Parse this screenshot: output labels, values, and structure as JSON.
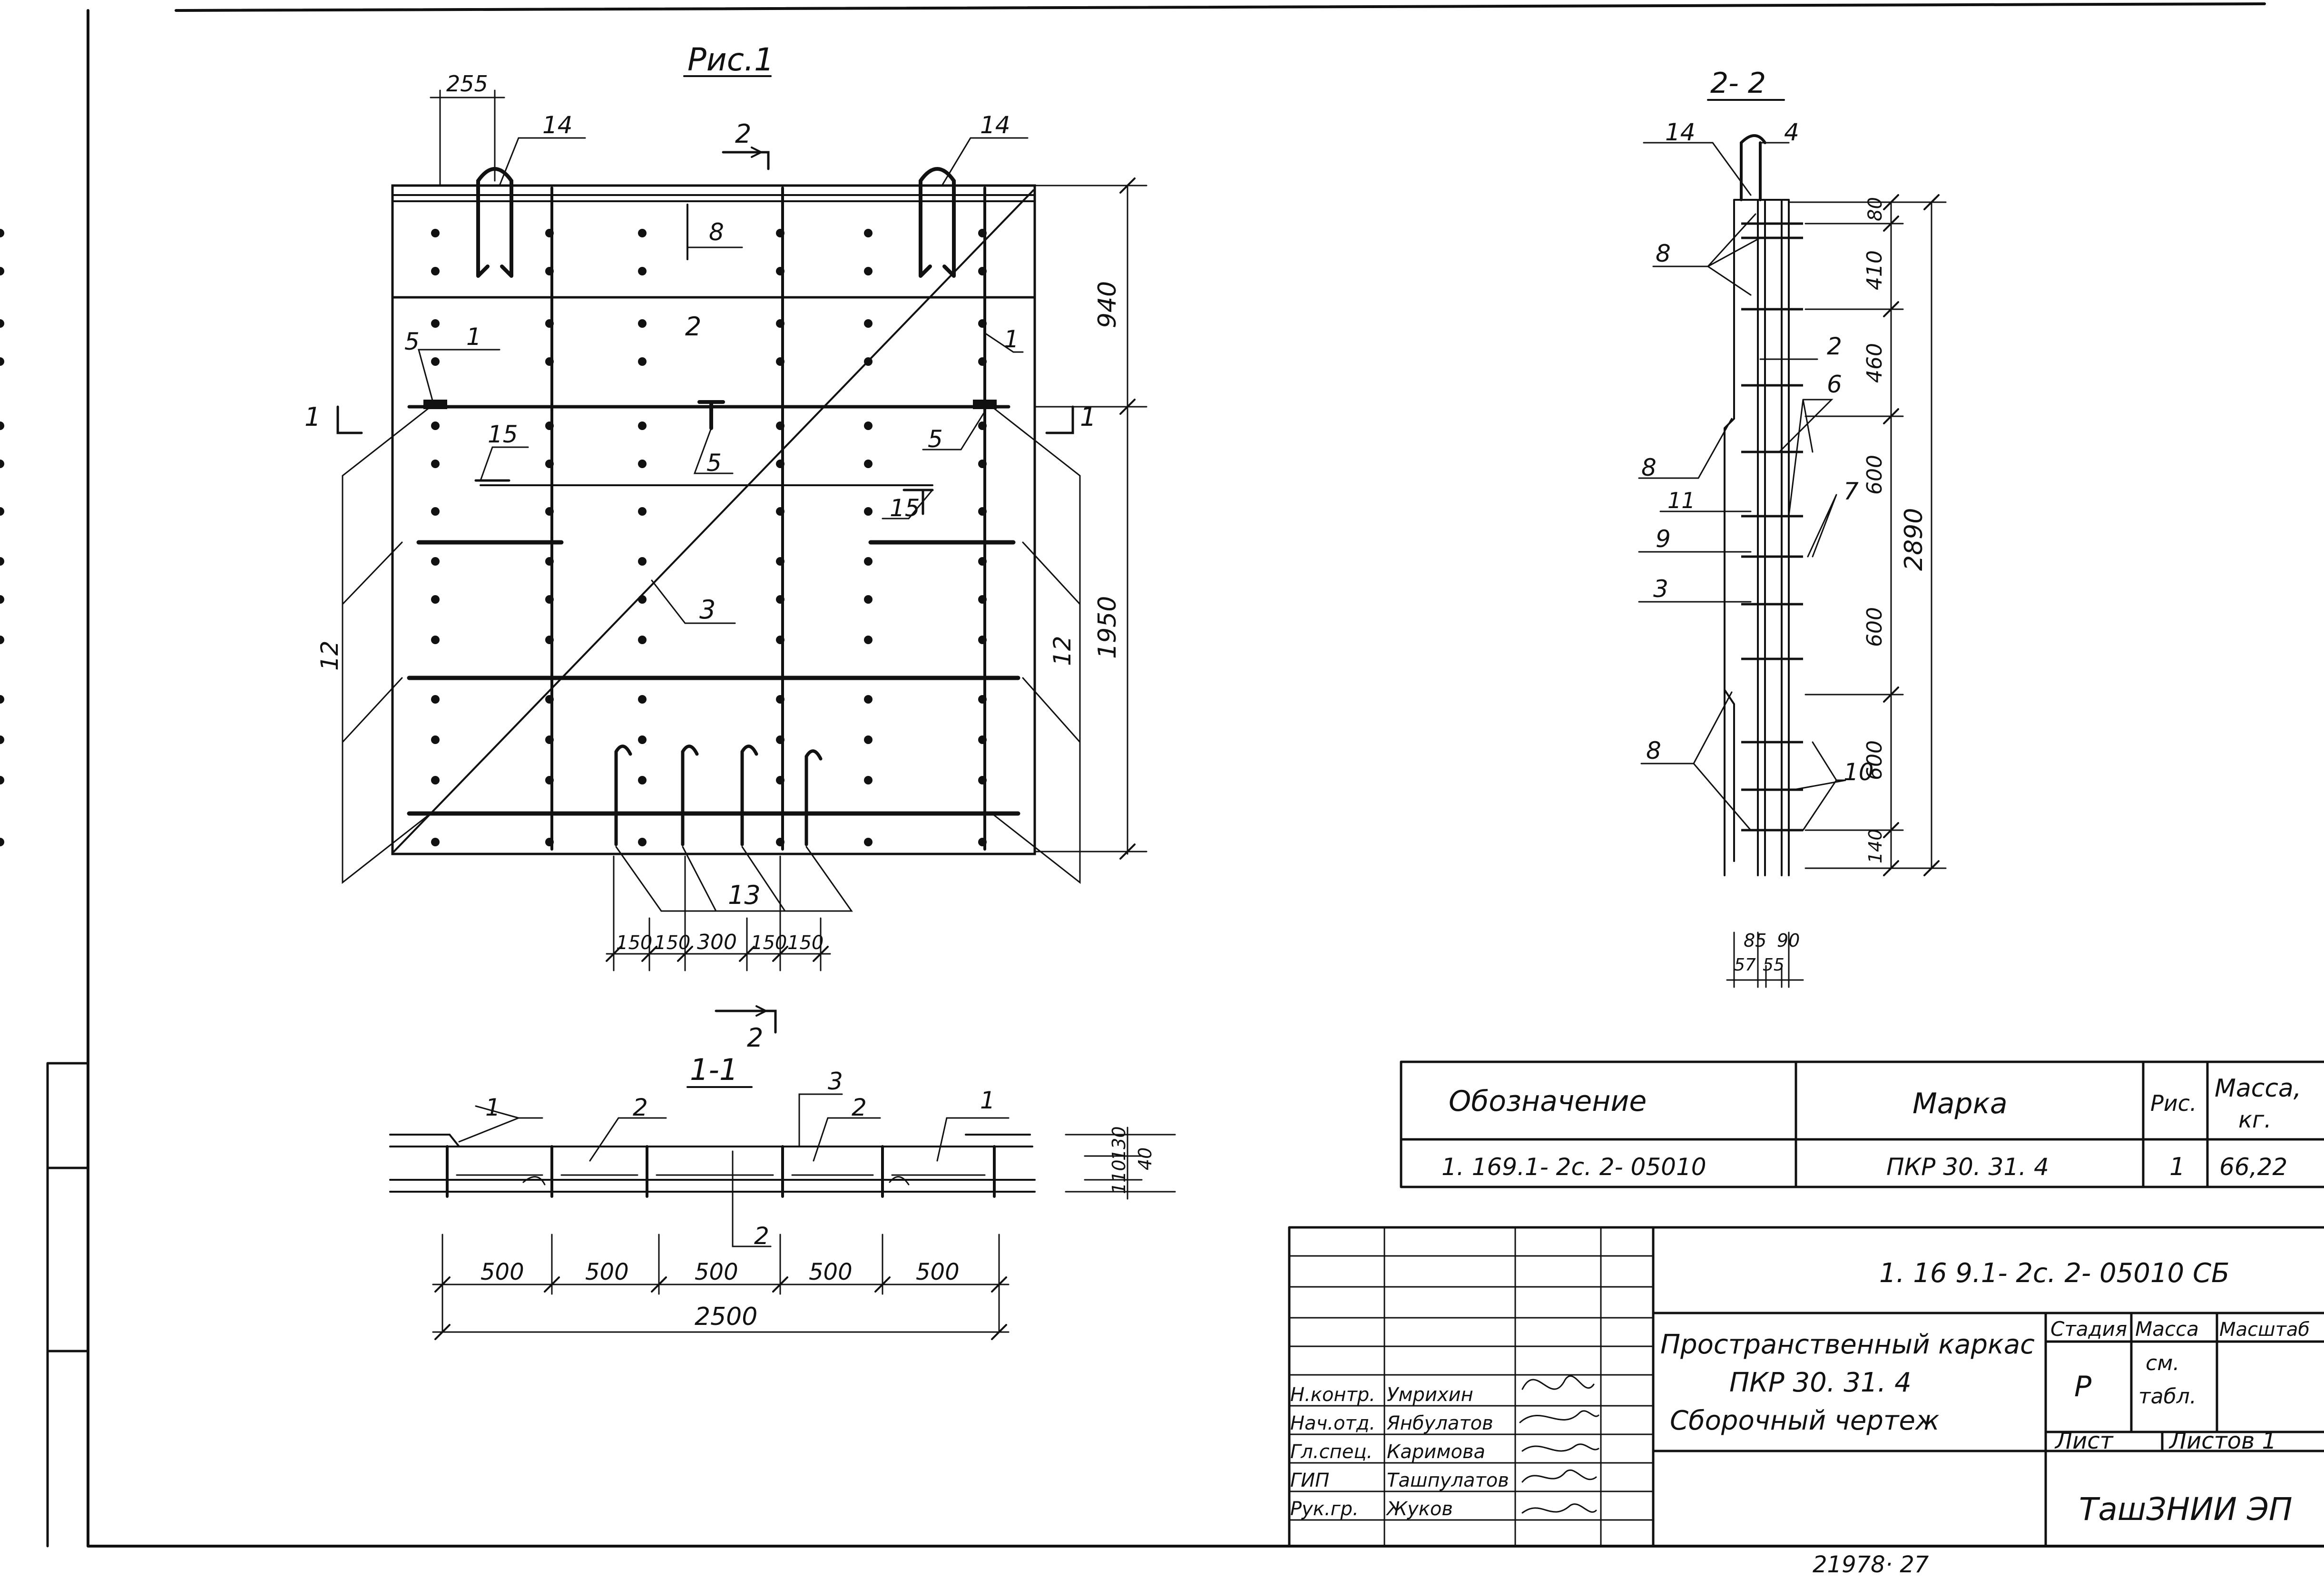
{
  "figure_title": "Рис.1",
  "section_2_2_title": "2- 2",
  "section_1_1_title": "1-1",
  "section_marks": {
    "s1": "1",
    "s2": "2"
  },
  "fig1": {
    "dim_top": "255",
    "dim_940": "940",
    "dim_1950": "1950",
    "bottom_dims": [
      "150",
      "150",
      "300",
      "150",
      "150"
    ],
    "pos_labels": {
      "p14a": "14",
      "p14b": "14",
      "p8": "8",
      "p5a": "5",
      "p1a": "1",
      "p2": "2",
      "p1b": "1",
      "p5b": "5",
      "p5c": "5",
      "p15a": "15",
      "p15b": "15",
      "p3": "3",
      "p12a": "12",
      "p12b": "12",
      "p13": "13"
    }
  },
  "sec22": {
    "pos_labels": {
      "p14": "14",
      "p4": "4",
      "p8a": "8",
      "p2": "2",
      "p6": "6",
      "p8b": "8",
      "p11": "11",
      "p7": "7",
      "p9": "9",
      "p3": "3",
      "p8c": "8",
      "p10": "10"
    },
    "dims_right": [
      "410",
      "80",
      "460",
      "600",
      "600",
      "600",
      "140"
    ],
    "dim_total": "2890",
    "dims_bottom_top": [
      "85",
      "90"
    ],
    "dims_bottom_low": [
      "57",
      "55"
    ]
  },
  "sec11": {
    "pos_labels": {
      "p1a": "1",
      "p2a": "2",
      "p3": "3",
      "p2b": "2",
      "p1b": "1",
      "p2c": "2"
    },
    "dims": [
      "500",
      "500",
      "500",
      "500",
      "500"
    ],
    "dim_total": "2500",
    "dims_side": [
      "110",
      "130",
      "40"
    ]
  },
  "spec": {
    "headers": [
      "Обозначение",
      "Марка",
      "Рис.",
      "Масса,",
      "кг."
    ],
    "row": [
      "1. 169.1- 2с. 2- 05010",
      "ПКР 30. 31. 4",
      "1",
      "66,22"
    ]
  },
  "titleblock": {
    "code": "1. 16 9.1- 2с. 2- 05010 СБ",
    "name_lines": [
      "Пространственный каркас",
      "ПКР 30. 31. 4",
      "Сборочный  чертеж"
    ],
    "stage_h": "Стадия",
    "mass_h": "Масса",
    "scale_h": "Масштаб",
    "stage": "Р",
    "mass1": "см.",
    "mass2": "табл.",
    "sheet_h": "Лист",
    "sheets_h": "Листов 1",
    "org": "ТашЗНИИ ЭП",
    "roles": [
      "Н.контр.",
      "Нач.отд.",
      "Гл.спец.",
      "ГИП",
      "Рук.гр."
    ],
    "names": [
      "Умрихин",
      "Янбулатов",
      "Каримова",
      "Ташпулатов",
      "Жуков"
    ]
  },
  "footer_number": "21978·  27"
}
